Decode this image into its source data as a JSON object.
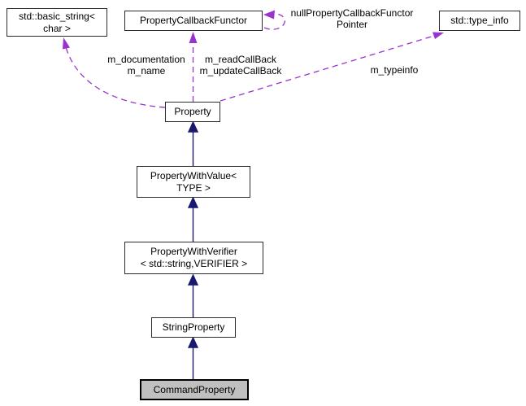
{
  "diagram": {
    "kind": "class collaboration diagram",
    "colors": {
      "background": "#ffffff",
      "node_border": "#2b2b2b",
      "node_fill": "#ffffff",
      "highlight_node_fill": "#c0c0c0",
      "inheritance_edge": "#191970",
      "usage_edge": "#9a32cd",
      "text": "#000000"
    },
    "nodes": {
      "basic_string": {
        "line1": "std::basic_string<",
        "line2": "char >"
      },
      "callback_functor": {
        "line1": "PropertyCallbackFunctor"
      },
      "type_info": {
        "line1": "std::type_info"
      },
      "property": {
        "line1": "Property"
      },
      "property_with_value": {
        "line1": "PropertyWithValue<",
        "line2": "TYPE >"
      },
      "property_with_verifier": {
        "line1": "PropertyWithVerifier",
        "line2": "< std::string,VERIFIER >"
      },
      "string_property": {
        "line1": "StringProperty"
      },
      "command_property": {
        "line1": "CommandProperty"
      }
    },
    "edge_labels": {
      "documentation": {
        "line1": "m_documentation",
        "line2": "m_name"
      },
      "callbacks": {
        "line1": "m_readCallBack",
        "line2": "m_updateCallBack"
      },
      "typeinfo": {
        "line1": "m_typeinfo"
      },
      "null_pointer": {
        "line1": "nullPropertyCallbackFunctor",
        "line2": "Pointer"
      }
    }
  }
}
